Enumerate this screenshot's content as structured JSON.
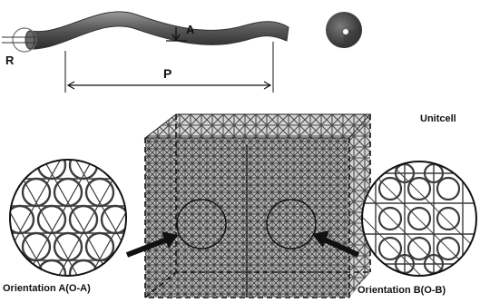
{
  "labels": {
    "radius": "R",
    "amplitude": "A",
    "pitch": "P",
    "unitcell": "Unitcell",
    "orientation_a": "Orientation A(O-A)",
    "orientation_b": "Orientation B(O-B)"
  },
  "colors": {
    "strut": "#4a4a4a",
    "lattice": "#555555",
    "background": "#ffffff"
  }
}
